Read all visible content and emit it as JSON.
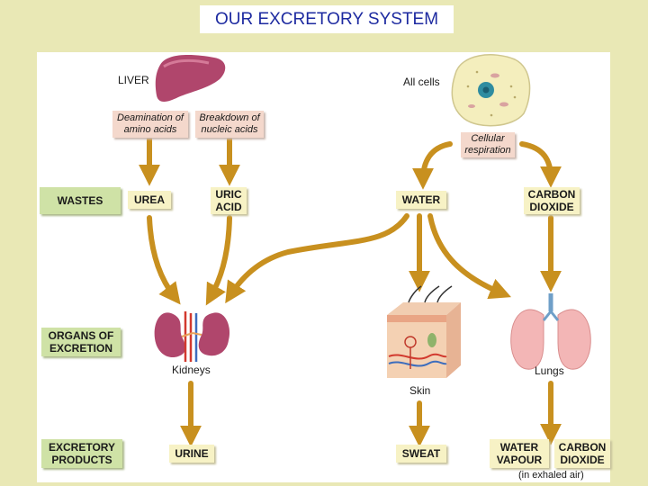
{
  "title": "OUR EXCRETORY SYSTEM",
  "sources": {
    "liver": "LIVER",
    "all_cells": "All cells"
  },
  "processes": {
    "deamination": "Deamination of amino acids",
    "breakdown": "Breakdown of nucleic acids",
    "cellular_respiration": "Cellular respiration"
  },
  "row_labels": {
    "wastes": "WASTES",
    "organs": "ORGANS OF EXCRETION",
    "products": "EXCRETORY PRODUCTS"
  },
  "wastes": {
    "urea": "UREA",
    "uric_acid": "URIC ACID",
    "water": "WATER",
    "carbon_dioxide": "CARBON DIOXIDE"
  },
  "organs": {
    "kidneys": "Kidneys",
    "skin": "Skin",
    "lungs": "Lungs"
  },
  "products": {
    "urine": "URINE",
    "sweat": "SWEAT",
    "water_vapour": "WATER VAPOUR",
    "carbon_dioxide": "CARBON DIOXIDE",
    "exhaled_note": "(in exhaled air)"
  },
  "colors": {
    "arrow": "#c8901f",
    "page_bg": "#e9e8b5",
    "title_text": "#1d2aa0"
  }
}
